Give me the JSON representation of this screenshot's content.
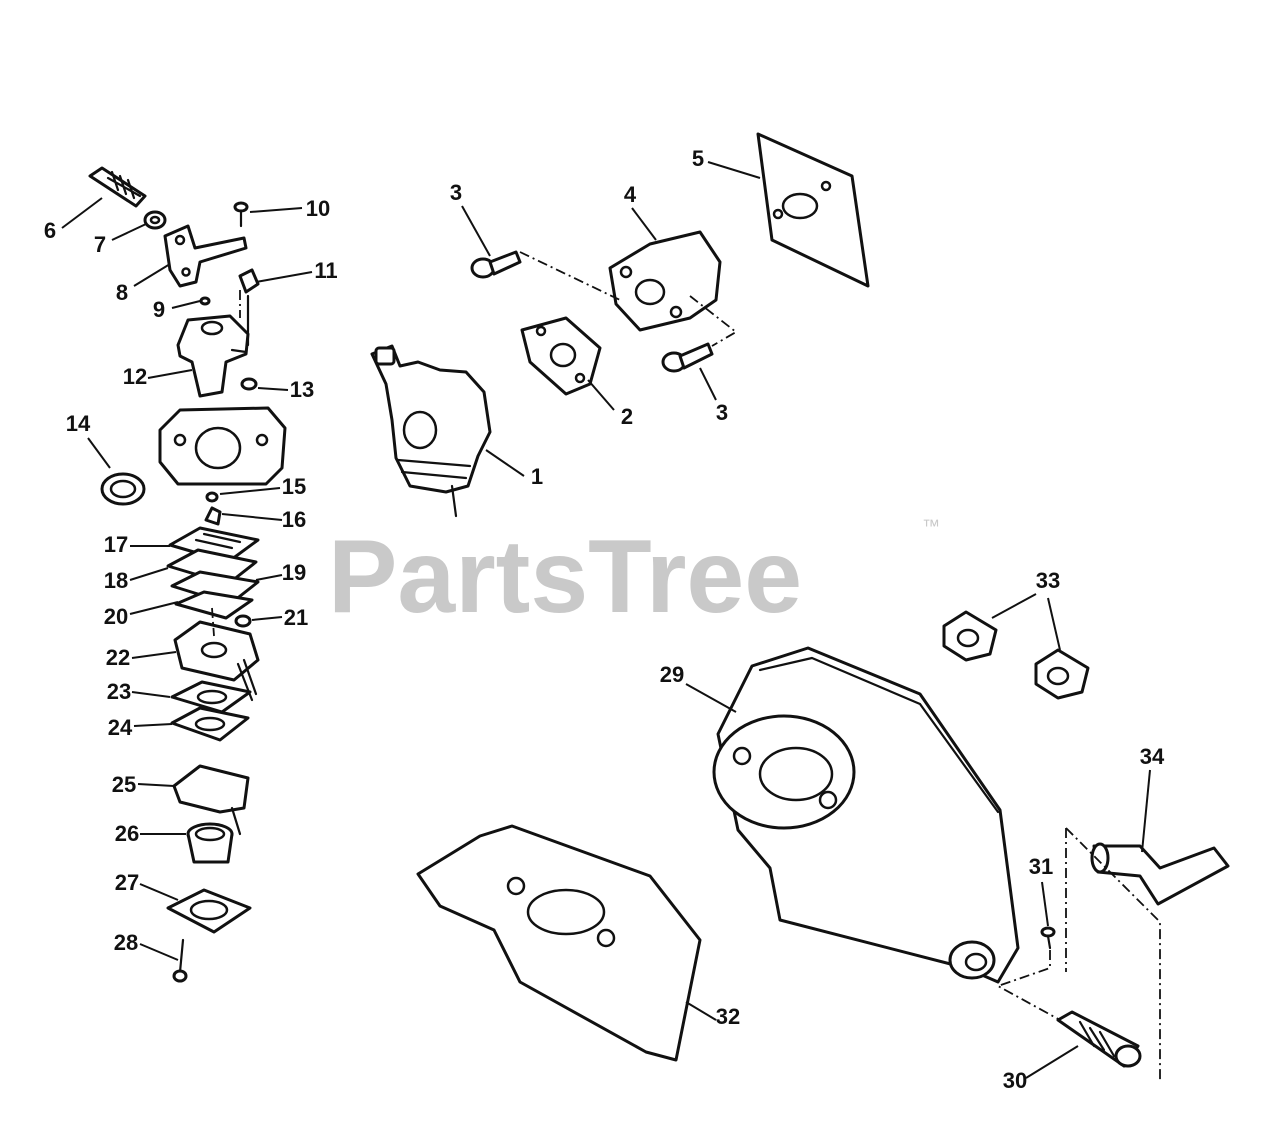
{
  "watermark": {
    "text": "PartsTree",
    "trademark": "™"
  },
  "colors": {
    "ink": "#111111",
    "watermark": "#c9c9c9",
    "background": "#ffffff"
  },
  "callouts": {
    "c1": "1",
    "c2": "2",
    "c3a": "3",
    "c3b": "3",
    "c4": "4",
    "c5": "5",
    "c6": "6",
    "c7": "7",
    "c8": "8",
    "c9": "9",
    "c10": "10",
    "c11": "11",
    "c12": "12",
    "c13": "13",
    "c14": "14",
    "c15": "15",
    "c16": "16",
    "c17": "17",
    "c18": "18",
    "c19": "19",
    "c20": "20",
    "c21": "21",
    "c22": "22",
    "c23": "23",
    "c24": "24",
    "c25": "25",
    "c26": "26",
    "c27": "27",
    "c28": "28",
    "c29": "29",
    "c30": "30",
    "c31": "31",
    "c32": "32",
    "c33": "33",
    "c34": "34"
  }
}
